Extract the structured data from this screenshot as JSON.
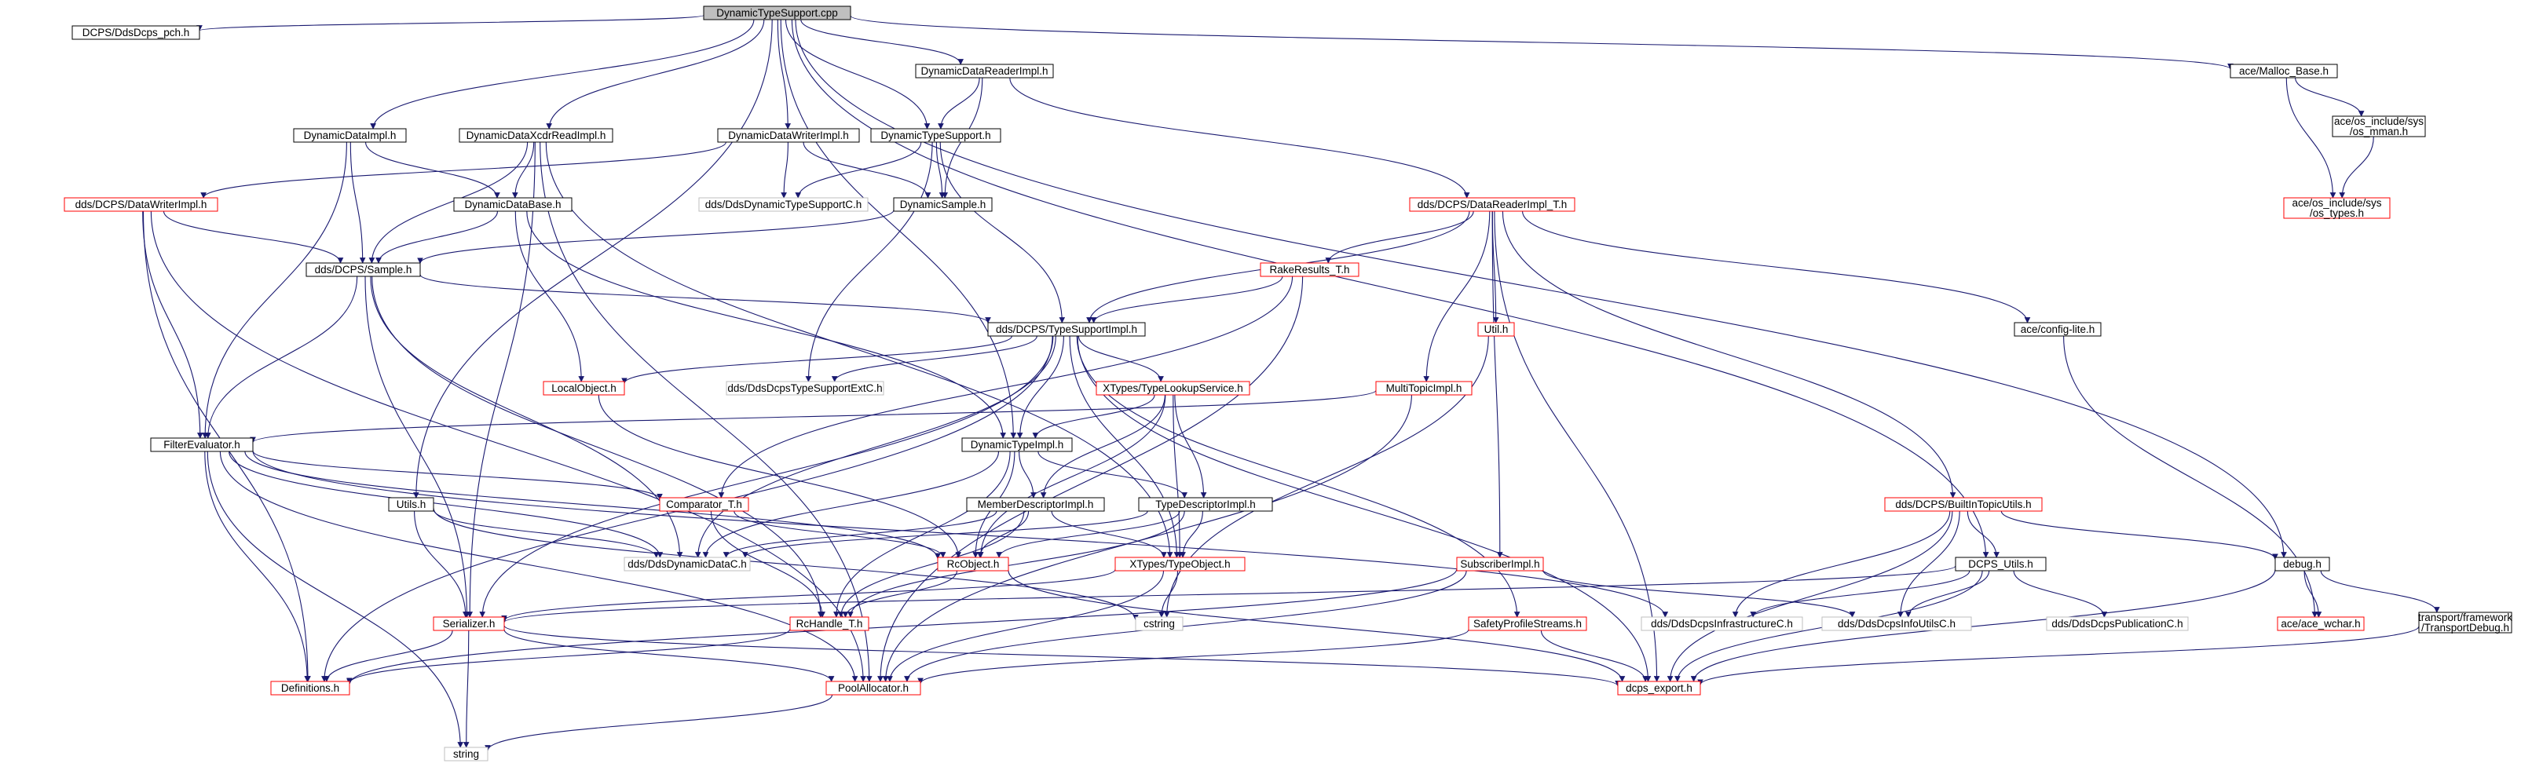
{
  "styles": {
    "black": {
      "stroke": "#000000",
      "fill": "#ffffff",
      "text": "#000000"
    },
    "red": {
      "stroke": "#ff0000",
      "fill": "#ffffff",
      "text": "#000000"
    },
    "grey": {
      "stroke": "#bfbfbf",
      "fill": "#ffffff",
      "text": "#000000"
    },
    "root": {
      "stroke": "#000000",
      "fill": "#bfbfbf",
      "text": "#000000"
    },
    "edge_color": "#191970"
  },
  "nodes": [
    {
      "id": "root",
      "label": "DynamicTypeSupport.cpp",
      "style": "root"
    },
    {
      "id": "pch",
      "label": "DCPS/DdsDcps_pch.h",
      "style": "black"
    },
    {
      "id": "ddri",
      "label": "DynamicDataReaderImpl.h",
      "style": "black"
    },
    {
      "id": "malloc",
      "label": "ace/Malloc_Base.h",
      "style": "black"
    },
    {
      "id": "osmman",
      "label": "ace/os_include/sys\n/os_mman.h",
      "style": "black"
    },
    {
      "id": "ostypes",
      "label": "ace/os_include/sys\n/os_types.h",
      "style": "red"
    },
    {
      "id": "ddimpl",
      "label": "DynamicDataImpl.h",
      "style": "black"
    },
    {
      "id": "ddxcdr",
      "label": "DynamicDataXcdrReadImpl.h",
      "style": "black"
    },
    {
      "id": "ddwi",
      "label": "DynamicDataWriterImpl.h",
      "style": "black"
    },
    {
      "id": "dts",
      "label": "DynamicTypeSupport.h",
      "style": "black"
    },
    {
      "id": "dwimpl",
      "label": "dds/DCPS/DataWriterImpl.h",
      "style": "red"
    },
    {
      "id": "ddbase",
      "label": "DynamicDataBase.h",
      "style": "black"
    },
    {
      "id": "dynts",
      "label": "dds/DdsDynamicTypeSupportC.h",
      "style": "grey"
    },
    {
      "id": "dsample",
      "label": "DynamicSample.h",
      "style": "black"
    },
    {
      "id": "drimplt",
      "label": "dds/DCPS/DataReaderImpl_T.h",
      "style": "red"
    },
    {
      "id": "sample",
      "label": "dds/DCPS/Sample.h",
      "style": "black"
    },
    {
      "id": "rake",
      "label": "RakeResults_T.h",
      "style": "red"
    },
    {
      "id": "tsi",
      "label": "dds/DCPS/TypeSupportImpl.h",
      "style": "black"
    },
    {
      "id": "util",
      "label": "Util.h",
      "style": "red"
    },
    {
      "id": "config",
      "label": "ace/config-lite.h",
      "style": "black"
    },
    {
      "id": "localobj",
      "label": "LocalObject.h",
      "style": "red"
    },
    {
      "id": "tsext",
      "label": "dds/DdsDcpsTypeSupportExtC.h",
      "style": "grey"
    },
    {
      "id": "tls",
      "label": "XTypes/TypeLookupService.h",
      "style": "red"
    },
    {
      "id": "mti",
      "label": "MultiTopicImpl.h",
      "style": "red"
    },
    {
      "id": "filter",
      "label": "FilterEvaluator.h",
      "style": "black"
    },
    {
      "id": "dti",
      "label": "DynamicTypeImpl.h",
      "style": "black"
    },
    {
      "id": "bitu",
      "label": "dds/DCPS/BuiltInTopicUtils.h",
      "style": "red"
    },
    {
      "id": "utils",
      "label": "Utils.h",
      "style": "black"
    },
    {
      "id": "comp",
      "label": "Comparator_T.h",
      "style": "red"
    },
    {
      "id": "mdi",
      "label": "MemberDescriptorImpl.h",
      "style": "black"
    },
    {
      "id": "tdi",
      "label": "TypeDescriptorImpl.h",
      "style": "black"
    },
    {
      "id": "ddc",
      "label": "dds/DdsDynamicDataC.h",
      "style": "grey"
    },
    {
      "id": "rcobj",
      "label": "RcObject.h",
      "style": "red"
    },
    {
      "id": "xto",
      "label": "XTypes/TypeObject.h",
      "style": "red"
    },
    {
      "id": "subi",
      "label": "SubscriberImpl.h",
      "style": "red"
    },
    {
      "id": "dcpsu",
      "label": "DCPS_Utils.h",
      "style": "black"
    },
    {
      "id": "debug",
      "label": "debug.h",
      "style": "black"
    },
    {
      "id": "cstring",
      "label": "cstring",
      "style": "grey"
    },
    {
      "id": "serial",
      "label": "Serializer.h",
      "style": "red"
    },
    {
      "id": "rch",
      "label": "RcHandle_T.h",
      "style": "red"
    },
    {
      "id": "infra",
      "label": "dds/DdsDcpsInfrastructureC.h",
      "style": "grey"
    },
    {
      "id": "infou",
      "label": "dds/DdsDcpsInfoUtilsC.h",
      "style": "grey"
    },
    {
      "id": "pubc",
      "label": "dds/DdsDcpsPublicationC.h",
      "style": "grey"
    },
    {
      "id": "acewchar",
      "label": "ace/ace_wchar.h",
      "style": "red"
    },
    {
      "id": "tdebug",
      "label": "transport/framework\n/TransportDebug.h",
      "style": "black"
    },
    {
      "id": "safety",
      "label": "SafetyProfileStreams.h",
      "style": "red"
    },
    {
      "id": "defs",
      "label": "Definitions.h",
      "style": "red"
    },
    {
      "id": "pool",
      "label": "PoolAllocator.h",
      "style": "red"
    },
    {
      "id": "export",
      "label": "dcps_export.h",
      "style": "red"
    },
    {
      "id": "string",
      "label": "string",
      "style": "grey"
    }
  ],
  "edges": [
    [
      "root",
      "pch"
    ],
    [
      "root",
      "ddri"
    ],
    [
      "root",
      "malloc"
    ],
    [
      "root",
      "ddimpl"
    ],
    [
      "root",
      "ddxcdr"
    ],
    [
      "root",
      "ddwi"
    ],
    [
      "root",
      "dts"
    ],
    [
      "root",
      "utils"
    ],
    [
      "root",
      "dti"
    ],
    [
      "root",
      "dcpsu"
    ],
    [
      "root",
      "debug"
    ],
    [
      "malloc",
      "osmman"
    ],
    [
      "malloc",
      "ostypes"
    ],
    [
      "osmman",
      "ostypes"
    ],
    [
      "ddri",
      "dts"
    ],
    [
      "ddri",
      "dsample"
    ],
    [
      "ddri",
      "drimplt"
    ],
    [
      "ddimpl",
      "ddbase"
    ],
    [
      "ddimpl",
      "sample"
    ],
    [
      "ddimpl",
      "filter"
    ],
    [
      "ddxcdr",
      "ddbase"
    ],
    [
      "ddxcdr",
      "sample"
    ],
    [
      "ddxcdr",
      "serial"
    ],
    [
      "ddxcdr",
      "pool"
    ],
    [
      "ddxcdr",
      "xto"
    ],
    [
      "ddwi",
      "dwimpl"
    ],
    [
      "ddwi",
      "dsample"
    ],
    [
      "ddwi",
      "dynts"
    ],
    [
      "dts",
      "dynts"
    ],
    [
      "dts",
      "dsample"
    ],
    [
      "dts",
      "tsi"
    ],
    [
      "dts",
      "tsext"
    ],
    [
      "dwimpl",
      "sample"
    ],
    [
      "dwimpl",
      "filter"
    ],
    [
      "dwimpl",
      "defs"
    ],
    [
      "dwimpl",
      "pool"
    ],
    [
      "ddbase",
      "sample"
    ],
    [
      "ddbase",
      "localobj"
    ],
    [
      "ddbase",
      "dti"
    ],
    [
      "dsample",
      "sample"
    ],
    [
      "drimplt",
      "tsi"
    ],
    [
      "drimplt",
      "rake"
    ],
    [
      "drimplt",
      "util"
    ],
    [
      "drimplt",
      "mti"
    ],
    [
      "drimplt",
      "subi"
    ],
    [
      "drimplt",
      "bitu"
    ],
    [
      "drimplt",
      "config"
    ],
    [
      "drimplt",
      "export"
    ],
    [
      "sample",
      "tsi"
    ],
    [
      "sample",
      "filter"
    ],
    [
      "sample",
      "serial"
    ],
    [
      "sample",
      "ddc"
    ],
    [
      "sample",
      "rch"
    ],
    [
      "rake",
      "tsi"
    ],
    [
      "rake",
      "comp"
    ],
    [
      "rake",
      "pool"
    ],
    [
      "tsi",
      "localobj"
    ],
    [
      "tsi",
      "tsext"
    ],
    [
      "tsi",
      "tls"
    ],
    [
      "tsi",
      "dti"
    ],
    [
      "tsi",
      "ddc"
    ],
    [
      "tsi",
      "serial"
    ],
    [
      "tsi",
      "defs"
    ],
    [
      "tsi",
      "xto"
    ],
    [
      "tsi",
      "export"
    ],
    [
      "tsi",
      "safety"
    ],
    [
      "util",
      "cstring"
    ],
    [
      "config",
      "acewchar"
    ],
    [
      "localobj",
      "rcobj"
    ],
    [
      "tls",
      "dti"
    ],
    [
      "tls",
      "mdi"
    ],
    [
      "tls",
      "tdi"
    ],
    [
      "tls",
      "xto"
    ],
    [
      "tls",
      "rcobj"
    ],
    [
      "mti",
      "filter"
    ],
    [
      "mti",
      "pool"
    ],
    [
      "filter",
      "comp"
    ],
    [
      "filter",
      "ddc"
    ],
    [
      "filter",
      "rcobj"
    ],
    [
      "filter",
      "defs"
    ],
    [
      "filter",
      "pool"
    ],
    [
      "filter",
      "string"
    ],
    [
      "filter",
      "infra"
    ],
    [
      "dti",
      "mdi"
    ],
    [
      "dti",
      "tdi"
    ],
    [
      "dti",
      "ddc"
    ],
    [
      "dti",
      "rcobj"
    ],
    [
      "dti",
      "rch"
    ],
    [
      "bitu",
      "dcpsu"
    ],
    [
      "bitu",
      "infra"
    ],
    [
      "bitu",
      "infou"
    ],
    [
      "bitu",
      "export"
    ],
    [
      "bitu",
      "debug"
    ],
    [
      "utils",
      "ddc"
    ],
    [
      "utils",
      "serial"
    ],
    [
      "utils",
      "cstring"
    ],
    [
      "comp",
      "rcobj"
    ],
    [
      "comp",
      "rch"
    ],
    [
      "mdi",
      "ddc"
    ],
    [
      "mdi",
      "rcobj"
    ],
    [
      "mdi",
      "xto"
    ],
    [
      "mdi",
      "rch"
    ],
    [
      "tdi",
      "ddc"
    ],
    [
      "tdi",
      "rcobj"
    ],
    [
      "tdi",
      "xto"
    ],
    [
      "tdi",
      "rch"
    ],
    [
      "rcobj",
      "rch"
    ],
    [
      "rcobj",
      "export"
    ],
    [
      "xto",
      "serial"
    ],
    [
      "xto",
      "cstring"
    ],
    [
      "xto",
      "pool"
    ],
    [
      "subi",
      "infou"
    ],
    [
      "subi",
      "defs"
    ],
    [
      "subi",
      "pool"
    ],
    [
      "dcpsu",
      "infra"
    ],
    [
      "dcpsu",
      "infou"
    ],
    [
      "dcpsu",
      "pubc"
    ],
    [
      "dcpsu",
      "export"
    ],
    [
      "dcpsu",
      "serial"
    ],
    [
      "debug",
      "acewchar"
    ],
    [
      "debug",
      "tdebug"
    ],
    [
      "debug",
      "export"
    ],
    [
      "tdebug",
      "export"
    ],
    [
      "serial",
      "defs"
    ],
    [
      "serial",
      "pool"
    ],
    [
      "serial",
      "export"
    ],
    [
      "serial",
      "string"
    ],
    [
      "rch",
      "defs"
    ],
    [
      "safety",
      "pool"
    ],
    [
      "safety",
      "export"
    ],
    [
      "pool",
      "string"
    ]
  ]
}
